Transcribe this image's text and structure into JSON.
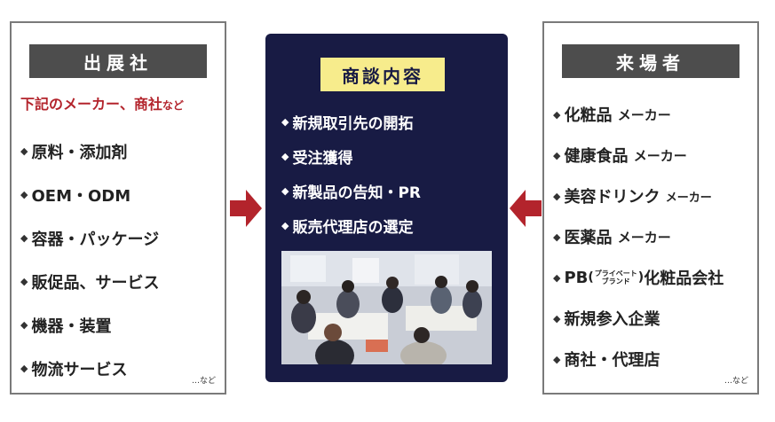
{
  "exhibitors": {
    "title": "出展社",
    "subtitle_main": "下記のメーカー、商社",
    "subtitle_suffix": "など",
    "items": [
      "原料・添加剤",
      "OEM・ODM",
      "容器・パッケージ",
      "販促品、サービス",
      "機器・装置",
      "物流サービス"
    ],
    "etc": "…など"
  },
  "meeting": {
    "title": "商談内容",
    "items": [
      "新規取引先の開拓",
      "受注獲得",
      "新製品の告知・PR",
      "販売代理店の選定"
    ]
  },
  "visitors": {
    "title": "来場者",
    "items": {
      "cosmetics": "化粧品",
      "health_food": "健康食品",
      "beauty_drink": "美容ドリンク",
      "pharma": "医薬品",
      "pb_prefix": "PB",
      "pb_ruby_top": "プライベート",
      "pb_ruby_bottom": "ブランド",
      "pb_suffix": "化粧品会社",
      "new_entry": "新規参入企業",
      "trading": "商社・代理店"
    },
    "maker_word": "メーカー",
    "etc": "…など"
  },
  "colors": {
    "header_gray": "#4d4d4d",
    "navy": "#181b44",
    "yellow": "#f7ec8c",
    "arrow_red": "#b3242c",
    "subtitle_red": "#b3242c"
  },
  "icons": {
    "bullet": "diamond-icon",
    "arrow": "arrow-right-icon",
    "arrow2": "arrow-left-icon"
  }
}
